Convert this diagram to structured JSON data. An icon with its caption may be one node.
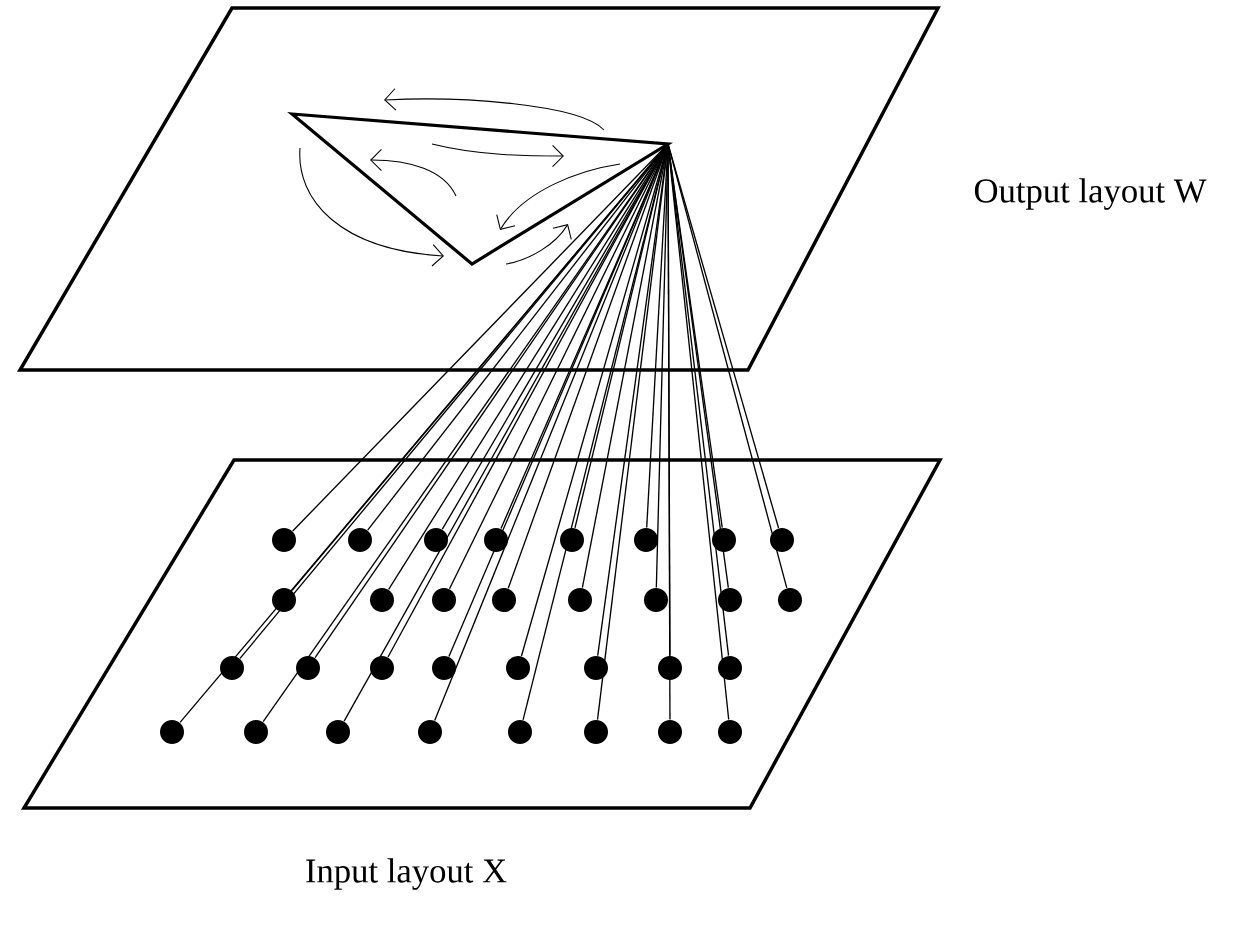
{
  "diagram": {
    "nodes": [
      {
        "text": [
          "Output layout  W"
        ]
      },
      {
        "text": [],
        "shape": "triangle",
        "in": 0
      },
      {
        "text": [
          "Input layout  X"
        ]
      },
      {
        "text": [],
        "shape": "circle",
        "in": 2
      },
      {
        "text": [],
        "shape": "circle",
        "in": 2
      },
      {
        "text": [],
        "shape": "circle",
        "in": 2
      },
      {
        "text": [],
        "shape": "circle",
        "in": 2
      },
      {
        "text": [],
        "shape": "circle",
        "in": 2
      },
      {
        "text": [],
        "shape": "circle",
        "in": 2
      },
      {
        "text": [],
        "shape": "circle",
        "in": 2
      },
      {
        "text": [],
        "shape": "circle",
        "in": 2
      },
      {
        "text": [],
        "shape": "circle",
        "in": 2
      },
      {
        "text": [],
        "shape": "circle",
        "in": 2
      },
      {
        "text": [],
        "shape": "circle",
        "in": 2
      },
      {
        "text": [],
        "shape": "circle",
        "in": 2
      },
      {
        "text": [],
        "shape": "circle",
        "in": 2
      },
      {
        "text": [],
        "shape": "circle",
        "in": 2
      },
      {
        "text": [],
        "shape": "circle",
        "in": 2
      },
      {
        "text": [],
        "shape": "circle",
        "in": 2
      },
      {
        "text": [],
        "shape": "circle",
        "in": 2
      },
      {
        "text": [],
        "shape": "circle",
        "in": 2
      },
      {
        "text": [],
        "shape": "circle",
        "in": 2
      },
      {
        "text": [],
        "shape": "circle",
        "in": 2
      },
      {
        "text": [],
        "shape": "circle",
        "in": 2
      },
      {
        "text": [],
        "shape": "circle",
        "in": 2
      },
      {
        "text": [],
        "shape": "circle",
        "in": 2
      },
      {
        "text": [],
        "shape": "circle",
        "in": 2
      },
      {
        "text": [],
        "shape": "circle",
        "in": 2
      },
      {
        "text": [],
        "shape": "circle",
        "in": 2
      },
      {
        "text": [],
        "shape": "circle",
        "in": 2
      },
      {
        "text": [],
        "shape": "circle",
        "in": 2
      },
      {
        "text": [],
        "shape": "circle",
        "in": 2
      },
      {
        "text": [],
        "shape": "circle",
        "in": 2
      },
      {
        "text": [],
        "shape": "circle",
        "in": 2
      },
      {
        "text": [],
        "shape": "circle",
        "in": 2
      }
    ],
    "edges": [
      {
        "from": 1,
        "to": 3,
        "arrow": "none"
      },
      {
        "from": 1,
        "to": 4,
        "arrow": "none"
      },
      {
        "from": 1,
        "to": 5,
        "arrow": "none"
      },
      {
        "from": 1,
        "to": 6,
        "arrow": "none"
      },
      {
        "from": 1,
        "to": 7,
        "arrow": "none"
      },
      {
        "from": 1,
        "to": 8,
        "arrow": "none"
      },
      {
        "from": 1,
        "to": 9,
        "arrow": "none"
      },
      {
        "from": 1,
        "to": 10,
        "arrow": "none"
      },
      {
        "from": 1,
        "to": 11,
        "arrow": "none"
      },
      {
        "from": 1,
        "to": 12,
        "arrow": "none"
      },
      {
        "from": 1,
        "to": 13,
        "arrow": "none"
      },
      {
        "from": 1,
        "to": 14,
        "arrow": "none"
      },
      {
        "from": 1,
        "to": 15,
        "arrow": "none"
      },
      {
        "from": 1,
        "to": 16,
        "arrow": "none"
      },
      {
        "from": 1,
        "to": 17,
        "arrow": "none"
      },
      {
        "from": 1,
        "to": 18,
        "arrow": "none"
      },
      {
        "from": 1,
        "to": 19,
        "arrow": "none"
      },
      {
        "from": 1,
        "to": 20,
        "arrow": "none"
      },
      {
        "from": 1,
        "to": 21,
        "arrow": "none"
      },
      {
        "from": 1,
        "to": 22,
        "arrow": "none"
      },
      {
        "from": 1,
        "to": 23,
        "arrow": "none"
      },
      {
        "from": 1,
        "to": 24,
        "arrow": "none"
      },
      {
        "from": 1,
        "to": 25,
        "arrow": "none"
      },
      {
        "from": 1,
        "to": 26,
        "arrow": "none"
      },
      {
        "from": 1,
        "to": 27,
        "arrow": "none"
      },
      {
        "from": 1,
        "to": 28,
        "arrow": "none"
      },
      {
        "from": 1,
        "to": 29,
        "arrow": "none"
      },
      {
        "from": 1,
        "to": 30,
        "arrow": "none"
      },
      {
        "from": 1,
        "to": 31,
        "arrow": "none"
      },
      {
        "from": 1,
        "to": 32,
        "arrow": "none"
      },
      {
        "from": 1,
        "to": 33,
        "arrow": "none"
      },
      {
        "from": 1,
        "to": 34,
        "arrow": "none"
      }
    ]
  }
}
